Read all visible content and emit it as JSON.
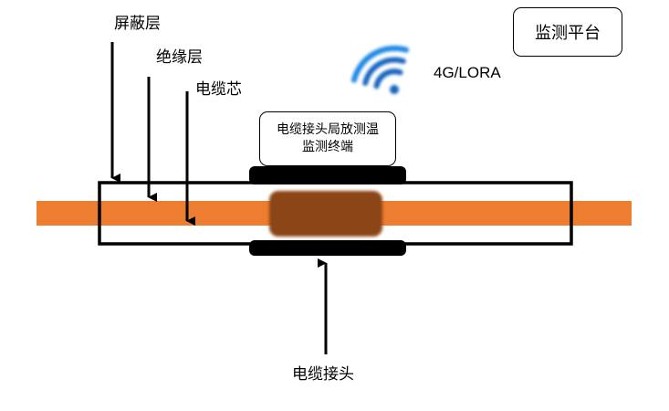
{
  "labels": {
    "shield_layer": "屏蔽层",
    "insulation_layer": "绝缘层",
    "cable_core": "电缆芯",
    "cable_joint": "电缆接头"
  },
  "platform": {
    "label": "监测平台"
  },
  "terminal": {
    "line1": "电缆接头局放测温",
    "line2": "监测终端"
  },
  "wireless": {
    "label": "4G/LORA",
    "icon": "wifi-signal-icon"
  },
  "colors": {
    "cable": "#ED7D31",
    "joint": "#8B4513",
    "wifi": "#1565C0",
    "sleeve": "#000000"
  }
}
